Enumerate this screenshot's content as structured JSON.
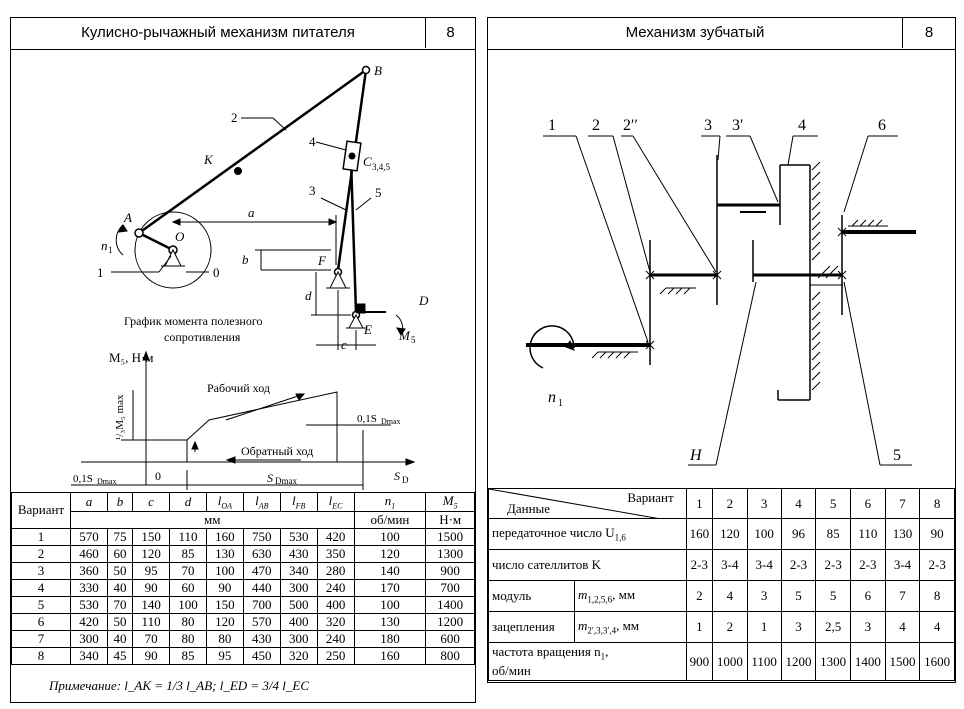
{
  "left": {
    "title": "Кулисно-рычажный механизм питателя",
    "number": "8",
    "diagram_labels": {
      "B": "B",
      "two": "2",
      "four": "4",
      "C345": "C",
      "C345_sub": "3,4,5",
      "K": "K",
      "three": "3",
      "five": "5",
      "A": "A",
      "O": "O",
      "a": "a",
      "n1": "n",
      "n1_sub": "1",
      "b": "b",
      "F": "F",
      "one": "1",
      "zero": "0",
      "d": "d",
      "D": "D",
      "E": "E",
      "c": "c",
      "M5": "M",
      "M5_sub": "5"
    },
    "graph": {
      "title_line1": "График момента полезного",
      "title_line2": "сопротивления",
      "y_axis": "M₅,  Н·м",
      "y_mark": "¹/₃M₅ max",
      "work_stroke": "Рабочий ход",
      "return_stroke": "Обратный ход",
      "right_mark": "0,1S",
      "right_mark_sub": "Dmax",
      "left_mark": "0,1S",
      "left_mark_sub": "Dmax",
      "zero": "0",
      "span": "S",
      "span_sub": "Dmax",
      "x_axis": "S",
      "x_axis_sub": "D"
    },
    "table": {
      "variant_header": "Вариант",
      "columns": [
        "a",
        "b",
        "c",
        "d",
        "l",
        "l",
        "l",
        "l",
        "n",
        "M"
      ],
      "column_subs": [
        "",
        "",
        "",
        "",
        "OA",
        "AB",
        "FB",
        "EC",
        "1",
        "5"
      ],
      "units_mm": "мм",
      "units_rpm": "об/мин",
      "units_nm": "Н·м",
      "rows": [
        [
          "1",
          "570",
          "75",
          "150",
          "110",
          "160",
          "750",
          "530",
          "420",
          "100",
          "1500"
        ],
        [
          "2",
          "460",
          "60",
          "120",
          "85",
          "130",
          "630",
          "430",
          "350",
          "120",
          "1300"
        ],
        [
          "3",
          "360",
          "50",
          "95",
          "70",
          "100",
          "470",
          "340",
          "280",
          "140",
          "900"
        ],
        [
          "4",
          "330",
          "40",
          "90",
          "60",
          "90",
          "440",
          "300",
          "240",
          "170",
          "700"
        ],
        [
          "5",
          "530",
          "70",
          "140",
          "100",
          "150",
          "700",
          "500",
          "400",
          "100",
          "1400"
        ],
        [
          "6",
          "420",
          "50",
          "110",
          "80",
          "120",
          "570",
          "400",
          "320",
          "130",
          "1200"
        ],
        [
          "7",
          "300",
          "40",
          "70",
          "80",
          "80",
          "430",
          "300",
          "240",
          "180",
          "600"
        ],
        [
          "8",
          "340",
          "45",
          "90",
          "85",
          "95",
          "450",
          "320",
          "250",
          "160",
          "800"
        ]
      ]
    },
    "note": "Примечание: l_AK = 1/3 l_AB;  l_ED = 3/4 l_EC"
  },
  "right": {
    "title": "Механизм зубчатый",
    "number": "8",
    "diagram_labels": {
      "l1": "1",
      "l2": "2",
      "l2pp": "2′′",
      "l3": "3",
      "l3p": "3′",
      "l4": "4",
      "l6": "6",
      "n1": "n",
      "n1_sub": "1",
      "H": "H",
      "l5": "5"
    },
    "table": {
      "variant_label": "Вариант",
      "data_label": "Данные",
      "variants": [
        "1",
        "2",
        "3",
        "4",
        "5",
        "6",
        "7",
        "8"
      ],
      "rows": [
        {
          "label": "передаточное число U",
          "label_sub": "1,6",
          "values": [
            "160",
            "120",
            "100",
            "96",
            "85",
            "110",
            "130",
            "90"
          ]
        },
        {
          "label": "число сателлитов K",
          "values": [
            "2-3",
            "3-4",
            "3-4",
            "2-3",
            "2-3",
            "2-3",
            "3-4",
            "2-3"
          ]
        },
        {
          "label": "модуль",
          "sub_label": "m",
          "sub_label_sub": "1,2,5,6",
          "sub_label_tail": ", мм",
          "values": [
            "2",
            "4",
            "3",
            "5",
            "5",
            "6",
            "7",
            "8"
          ]
        },
        {
          "label": "зацепления",
          "sub_label": "m",
          "sub_label_sub": "2′,3,3′,4",
          "sub_label_tail": ", мм",
          "values": [
            "1",
            "2",
            "1",
            "3",
            "2,5",
            "3",
            "4",
            "4"
          ]
        },
        {
          "label": "частота вращения n",
          "label_sub": "1",
          "label_line2": "об/мин",
          "values": [
            "900",
            "1000",
            "1100",
            "1200",
            "1300",
            "1400",
            "1500",
            "1600"
          ]
        }
      ]
    }
  }
}
